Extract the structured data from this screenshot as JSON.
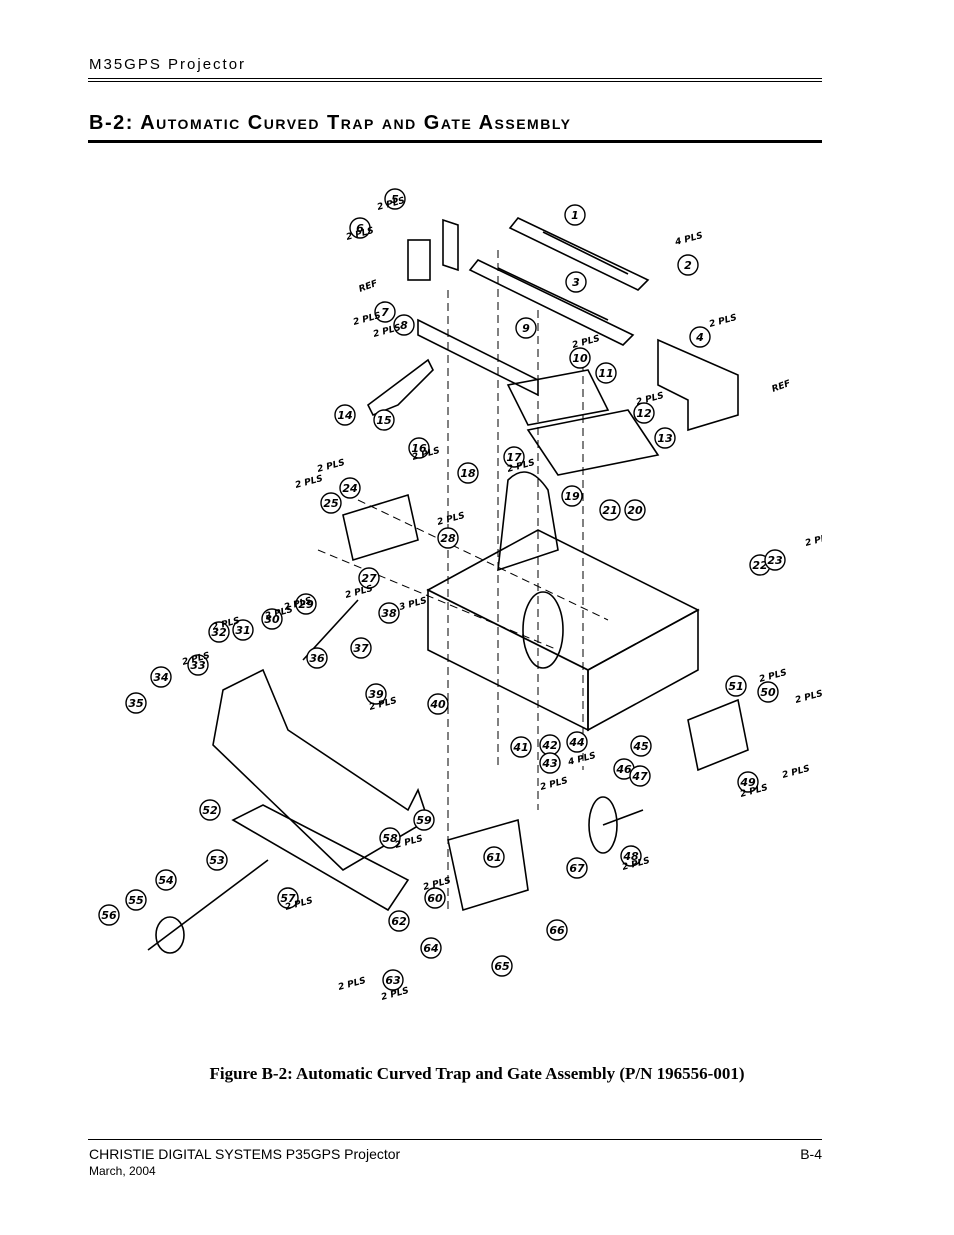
{
  "header": {
    "title": "M35GPS Projector"
  },
  "section": {
    "title": "B-2: Automatic Curved Trap and Gate Assembly"
  },
  "diagram": {
    "callouts": [
      "1",
      "2",
      "3",
      "4",
      "5",
      "6",
      "7",
      "8",
      "9",
      "10",
      "11",
      "12",
      "13",
      "14",
      "15",
      "16",
      "17",
      "18",
      "19",
      "20",
      "21",
      "22",
      "23",
      "24",
      "25",
      "27",
      "28",
      "29",
      "30",
      "31",
      "32",
      "33",
      "34",
      "35",
      "36",
      "37",
      "38",
      "39",
      "40",
      "41",
      "42",
      "43",
      "44",
      "45",
      "46",
      "47",
      "48",
      "49",
      "50",
      "51",
      "52",
      "53",
      "54",
      "55",
      "56",
      "57",
      "58",
      "59",
      "60",
      "61",
      "62",
      "63",
      "64",
      "65",
      "66",
      "67"
    ],
    "qty_label": "2 PLS",
    "qty_label_4": "4 PLS",
    "qty_label_3": "3 PLS",
    "ref_label": "REF"
  },
  "caption": "Figure B-2: Automatic Curved Trap and Gate Assembly (P/N 196556-001)",
  "footer": {
    "company": "CHRISTIE DIGITAL SYSTEMS P35GPS Projector",
    "date": "March, 2004",
    "page": "B-4"
  }
}
